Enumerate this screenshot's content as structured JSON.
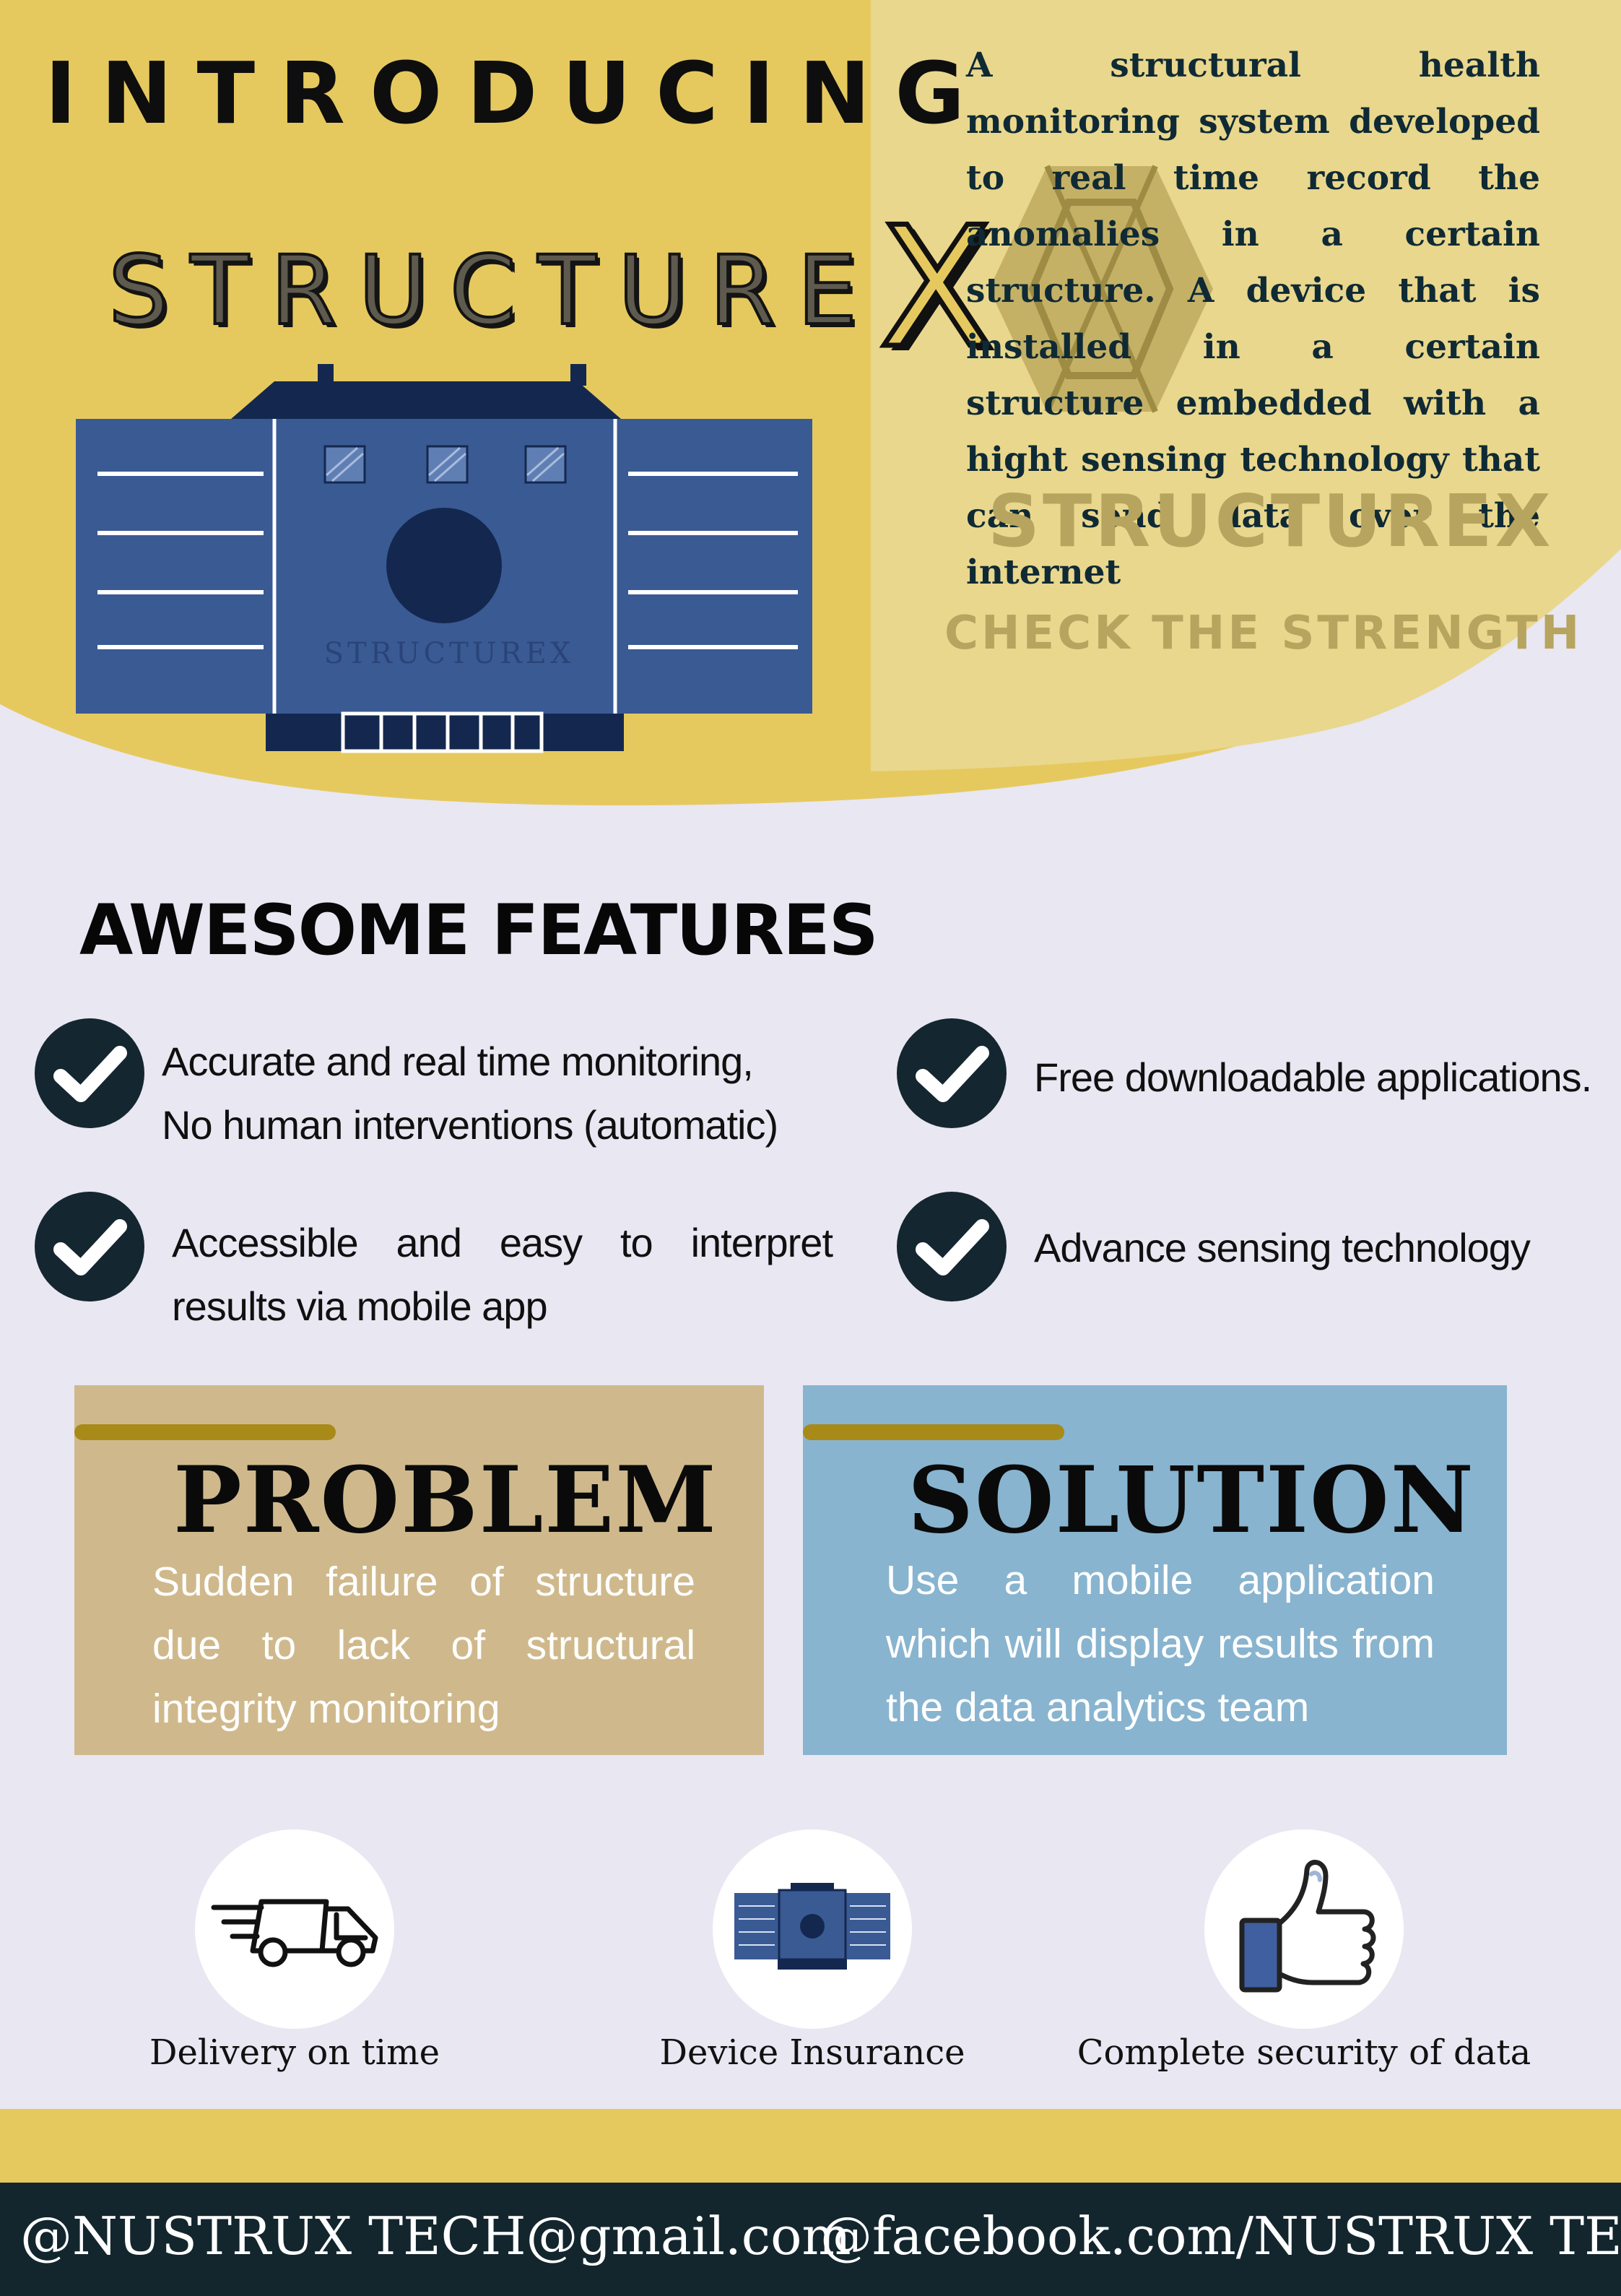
{
  "colors": {
    "gold": "#e6c95e",
    "pale_gold": "#e9d78d",
    "navy": "#13262e",
    "building_blue": "#3a5a94",
    "building_dark": "#14284f",
    "background": "#e8e7f2",
    "problem_bg": "#cfb98c",
    "solution_bg": "#88b4cf"
  },
  "hero": {
    "introducing": "INTRODUCING",
    "brand": "STRUCTURE",
    "brand_x": "X",
    "building_sign": "STRUCTUREX",
    "description": "A structural health monitoring system developed to real time record the anomalies in a certain structure. A device that is installed in a certain structure embedded with a hight sensing technology that can send data over the internet",
    "watermark_brand": "STRUCTUREX",
    "watermark_tagline": "CHECK THE STRENGTH"
  },
  "features": {
    "heading": "AWESOME FEATURES",
    "items": [
      {
        "line1": "Accurate and real time monitoring,",
        "line2": "No human interventions (automatic)"
      },
      {
        "line1": "Free downloadable applications.",
        "line2": ""
      },
      {
        "line1": "Accessible and easy to interpret",
        "line2": "results via mobile app"
      },
      {
        "line1": "Advance sensing technology",
        "line2": ""
      }
    ],
    "icon": "check-circle-icon"
  },
  "problem": {
    "title": "PROBLEM",
    "text": "Sudden failure of structure due to lack of structural integrity monitoring"
  },
  "solution": {
    "title": "SOLUTION",
    "text": "Use a mobile application which will display results from the data analytics team"
  },
  "benefits": [
    {
      "label": "Delivery on time",
      "icon": "delivery-truck-icon"
    },
    {
      "label": "Device Insurance",
      "icon": "building-device-icon"
    },
    {
      "label": "Complete security of data",
      "icon": "thumbs-up-icon"
    }
  ],
  "footer": {
    "email": "@NUSTRUX TECH@gmail.com",
    "facebook": "@facebook.com/NUSTRUX TECH"
  }
}
